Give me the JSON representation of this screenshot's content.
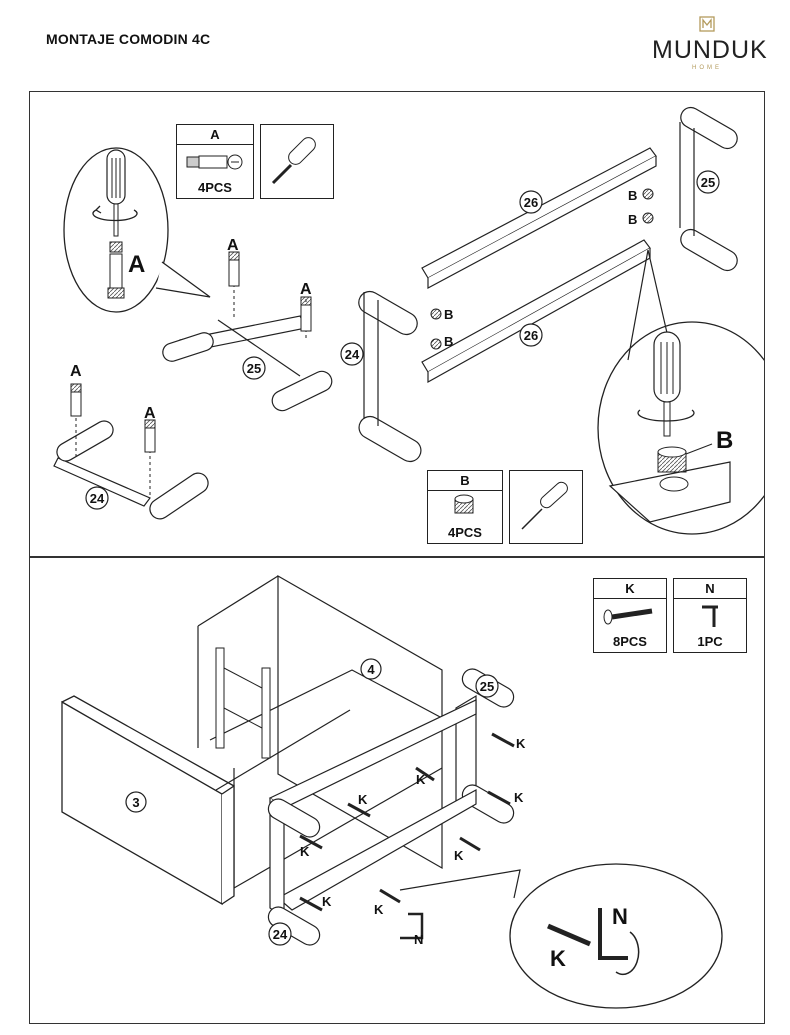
{
  "header": {
    "title": "MONTAJE COMODIN 4C"
  },
  "brand": {
    "name": "MUNDUK",
    "sub": "HOME",
    "accent_color": "#b39a5c"
  },
  "top_panel": {
    "hardware_a": {
      "letter": "A",
      "qty": "4PCS"
    },
    "hardware_b": {
      "letter": "B",
      "qty": "4PCS"
    },
    "callout_letters": {
      "a_big": "A",
      "b_big": "B"
    },
    "part_labels": {
      "p24": "24",
      "p25a": "25",
      "p25b": "25",
      "p26a": "26",
      "p26b": "26"
    },
    "dowel_label": "A",
    "cam_label": "B"
  },
  "bottom_panel": {
    "hardware_k": {
      "letter": "K",
      "qty": "8PCS"
    },
    "hardware_n": {
      "letter": "N",
      "qty": "1PC"
    },
    "part_labels": {
      "p3": "3",
      "p4": "4",
      "p24": "24",
      "p25": "25"
    },
    "screw_label": "K",
    "wrench_label": "N",
    "callout_k": "K",
    "callout_n": "N"
  },
  "icons": [
    "dowel-icon",
    "screwdriver-icon",
    "cam-lock-icon",
    "screw-icon",
    "allen-key-icon"
  ]
}
